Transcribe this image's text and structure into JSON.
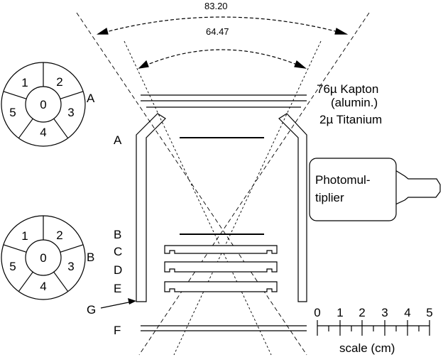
{
  "angles": {
    "outer": "83.20",
    "inner": "64.47"
  },
  "foils": {
    "kapton_line1": "76µ Kapton",
    "kapton_line2": "(alumin.)",
    "titanium": "2µ Titanium"
  },
  "photomultiplier": {
    "line1": "Photomul-",
    "line2": "tiplier"
  },
  "detector_labels": {
    "A": "A",
    "B": "B",
    "C": "C",
    "D": "D",
    "E": "E",
    "F": "F",
    "G": "G"
  },
  "ring_A": {
    "label": "A",
    "center": "0",
    "segments": [
      "1",
      "2",
      "3",
      "4",
      "5"
    ]
  },
  "ring_B": {
    "label": "B",
    "center": "0",
    "segments": [
      "1",
      "2",
      "3",
      "4",
      "5"
    ]
  },
  "scale": {
    "ticks": [
      "0",
      "1",
      "2",
      "3",
      "4",
      "5"
    ],
    "caption": "scale (cm)"
  }
}
